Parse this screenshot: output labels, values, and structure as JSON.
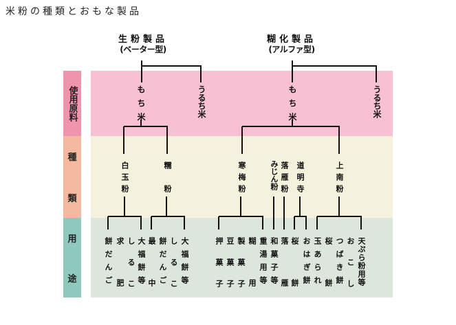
{
  "title": "米粉の種類とおもな製品",
  "categories": [
    {
      "name": "生粉製品",
      "sub": "(ベーター型)"
    },
    {
      "name": "糊化製品",
      "sub": "(アルファ型)"
    }
  ],
  "rows": {
    "materials": "使用原料",
    "types_a": "種",
    "types_b": "類",
    "uses_a": "用",
    "uses_b": "途"
  },
  "colors": {
    "materials_label": "#f094ae",
    "materials_band": "#f7c1d3",
    "types_label": "#f4b9a0",
    "types_band": "#f4f1dc",
    "uses_label": "#8fc8bd",
    "uses_band": "#dde6dc"
  },
  "materials": [
    "もち米",
    "うるち米",
    "もち米",
    "うるち米"
  ],
  "types": [
    "白玉粉",
    "糯粉",
    "寒梅粉",
    "みじん粉",
    "落雁粉",
    "道明寺",
    "上南粉"
  ],
  "uses": [
    "餅だんご",
    "求肥",
    "しるこ",
    "大福餅等",
    "最中",
    "餅だんご",
    "しるこ",
    "大福餅等",
    "押菓子",
    "豆菓子",
    "製菓子",
    "糊用",
    "重湯用等",
    "和菓子等",
    "落雁",
    "桜餅",
    "おはぎ餅",
    "玉あられ",
    "桜餅",
    "つばき餅",
    "おこし",
    "天ぷら粉用等"
  ]
}
